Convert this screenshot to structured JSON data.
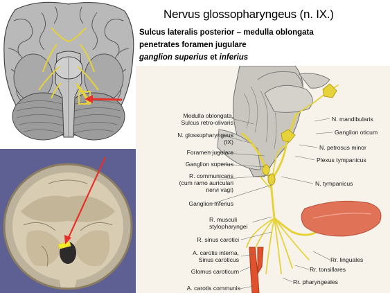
{
  "title": "Nervus glossopharyngeus (n. IX.)",
  "description": {
    "line1": "Sulcus lateralis posterior – medulla oblongata",
    "line2": "penetrates foramen jugulare",
    "line3_part1": "ganglion superius",
    "line3_conj": " et ",
    "line3_part2": "inferius"
  },
  "labels_left": {
    "medulla_1": "Medulla oblongata,",
    "medulla_2": "Sulcus retro-olivaris",
    "glosso_1": "N. glossopharyngeus",
    "glosso_2": "(IX)",
    "foramen": "Foramen jugulare",
    "g_superius": "Ganglion superius",
    "r_comm_1": "R. communicans",
    "r_comm_2": "(cum ramo auriculari",
    "r_comm_3": "nervi vagi)",
    "g_inferius": "Ganglion inferius",
    "r_musc_1": "R. musculi",
    "r_musc_2": "stylopharyngei",
    "r_sinus": "R. sinus carotici",
    "carotis_int_1": "A. carotis interna,",
    "carotis_int_2": "Sinus caroticus",
    "glomus": "Glomus caroticum",
    "carotis_comm": "A. carotis communis"
  },
  "labels_right": {
    "mandibularis": "N. mandibularis",
    "g_oticum": "Ganglion oticum",
    "petrosus": "N. petrosus minor",
    "plexus": "Plexus tympanicus",
    "tympanicus": "N. tympanicus",
    "linguales": "Rr. linguales",
    "tonsillares": "Rr. tonsillares",
    "pharyngeales": "Rr. pharyngeales"
  },
  "colors": {
    "nerve": "#e6d23a",
    "arrow": "#e8302a",
    "tongue": "#e07258",
    "artery": "#e0512e",
    "skull_bg": "#5e5f93"
  }
}
